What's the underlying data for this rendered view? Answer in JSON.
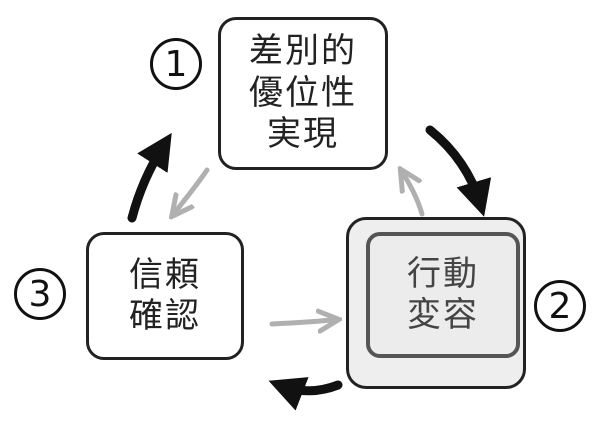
{
  "nodes": [
    {
      "number": "1",
      "lines": [
        "差別的",
        "優位性",
        "実現"
      ]
    },
    {
      "number": "2",
      "lines": [
        "行動",
        "変容"
      ]
    },
    {
      "number": "3",
      "lines": [
        "信頼",
        "確認"
      ]
    }
  ],
  "colors": {
    "strong_arrow": "#111111",
    "weak_arrow": "#b0b0b0",
    "highlight_box": "#eeeeee"
  }
}
